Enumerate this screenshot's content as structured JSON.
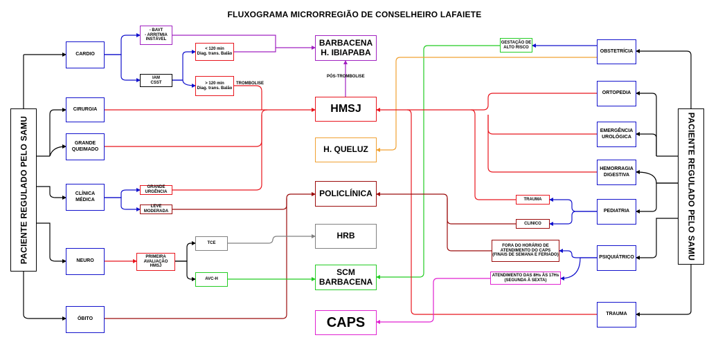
{
  "title": "FLUXOGRAMA MICRORREGIÃO DE CONSELHEIRO LAFAIETE",
  "left_root": "PACIENTE REGULADO PELO SAMU",
  "right_root": "PACIENTE REGULADO PELO SAMU",
  "left": {
    "cardio": "CARDIO",
    "cirurgia": "CIRURGIA",
    "queimado": "GRANDE\nQUEIMADO",
    "clinica": "CLÍNICA\nMÉDICA",
    "neuro": "NEURO",
    "obito": "ÓBITO"
  },
  "sub": {
    "bavt": "- BAVT\n- ARRITMIA\nINSTÁVEL",
    "iam": "IAM\nCSST",
    "lt120": "< 120 min\nDiag. trans. Balão",
    "gt120": "> 120 min\nDiag. trans. Balão",
    "grande_urg": "GRANDE\nURGÊNCIA",
    "leve": "LEVE\nMODERADA",
    "primeira": "PRIMEIRA\nAVALIAÇÃO\nHMSJ",
    "tce": "TCE",
    "avch": "AVC-H"
  },
  "labels": {
    "trombolise": "TROMBOLISE",
    "pos_trombolise": "PÓS-TROMBOLISE"
  },
  "center": {
    "barbacena": "BARBACENA\nH. IBIAPABA",
    "hmsj": "HMSJ",
    "queluz": "H. QUELUZ",
    "policlinica": "POLICLÍNICA",
    "hrb": "HRB",
    "scm": "SCM\nBARBACENA",
    "caps": "CAPS"
  },
  "right": {
    "obstetricia": "OBSTETRÍCIA",
    "ortopedia": "ORTOPEDIA",
    "emergencia": "EMERGÊNCIA\nUROLÓGICA",
    "hemorragia": "HEMORRAGIA\nDIGESTIVA",
    "pediatria": "PEDIATRIA",
    "psiquiatrico": "PSIQUIÁTRICO",
    "trauma": "TRAUMA"
  },
  "right_sub": {
    "gestacao": "GESTAÇÃO DE\nALTO RISCO",
    "trauma_ped": "TRAUMA",
    "clinico": "CLINICO",
    "fora_horario": "FORA DO HORÁRIO DE\nATENDIMENTO DO CAPS\n(FINAIS DE SEMANA E FERIADO)",
    "atendimento": "ATENDIMENTO DAS 8Hs ÀS 17Hs\n(SEGUNDA À SEXTA)"
  },
  "colors": {
    "red": "#e8141c",
    "dark_red": "#9b0a0a",
    "blue": "#1111cc",
    "purple": "#a020c0",
    "magenta": "#e020d0",
    "green": "#22cc22",
    "orange": "#f0a030",
    "gray": "#808080",
    "black": "#000000"
  },
  "icons": {
    "arrowhead": "arrowhead-icon"
  }
}
